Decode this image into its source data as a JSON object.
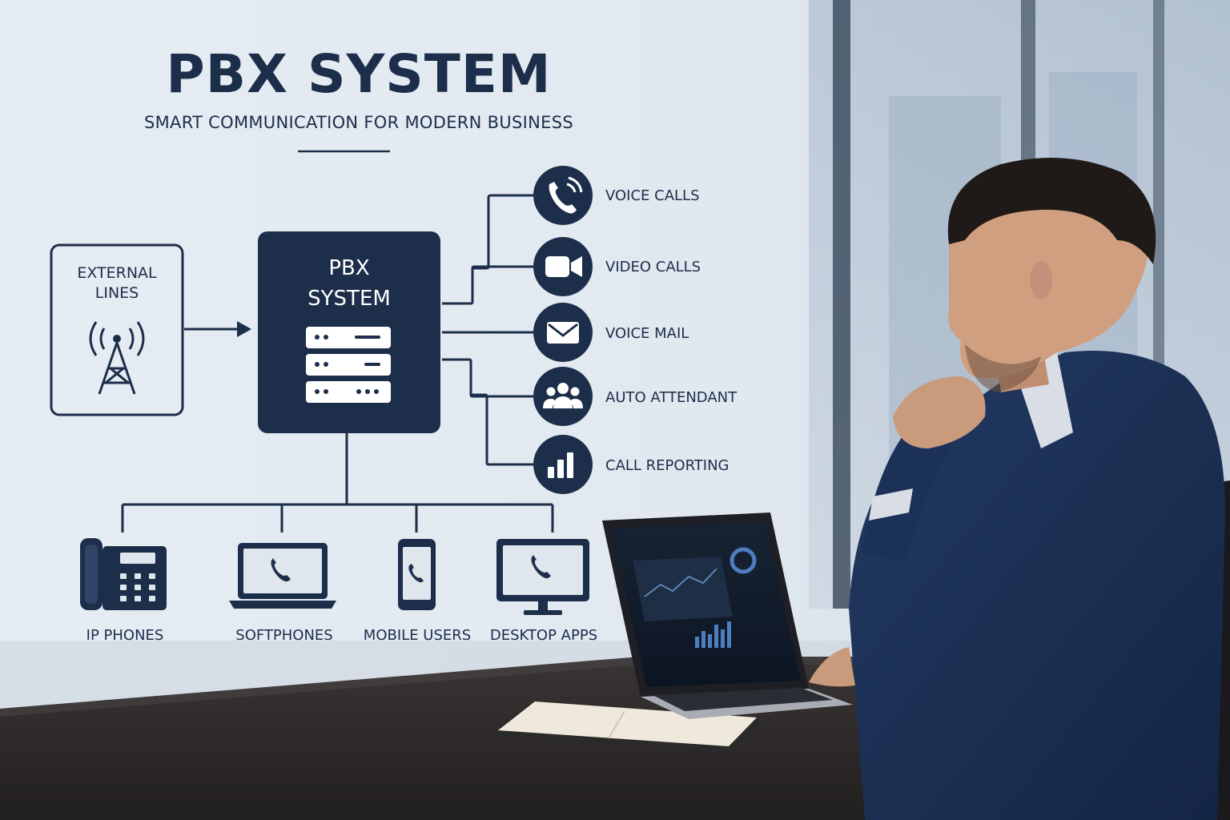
{
  "header": {
    "title": "PBX SYSTEM",
    "subtitle": "SMART COMMUNICATION FOR MODERN BUSINESS"
  },
  "source": {
    "label_line1": "EXTERNAL",
    "label_line2": "LINES",
    "icon": "radio-tower-icon"
  },
  "hub": {
    "label_line1": "PBX",
    "label_line2": "SYSTEM",
    "icon": "server-rack-icon"
  },
  "features": [
    {
      "label": "VOICE CALLS",
      "icon": "phone-waves-icon"
    },
    {
      "label": "VIDEO CALLS",
      "icon": "video-camera-icon"
    },
    {
      "label": "VOICE MAIL",
      "icon": "envelope-icon"
    },
    {
      "label": "AUTO ATTENDANT",
      "icon": "people-group-icon"
    },
    {
      "label": "CALL REPORTING",
      "icon": "bar-chart-icon"
    }
  ],
  "endpoints": [
    {
      "label": "IP PHONES",
      "icon": "desk-phone-icon"
    },
    {
      "label": "SOFTPHONES",
      "icon": "laptop-phone-icon"
    },
    {
      "label": "MOBILE USERS",
      "icon": "smartphone-icon"
    },
    {
      "label": "DESKTOP APPS",
      "icon": "monitor-phone-icon"
    }
  ],
  "colors": {
    "navy": "#1c2e4a",
    "background": "#e3e9f0",
    "icon_white": "#ffffff"
  }
}
